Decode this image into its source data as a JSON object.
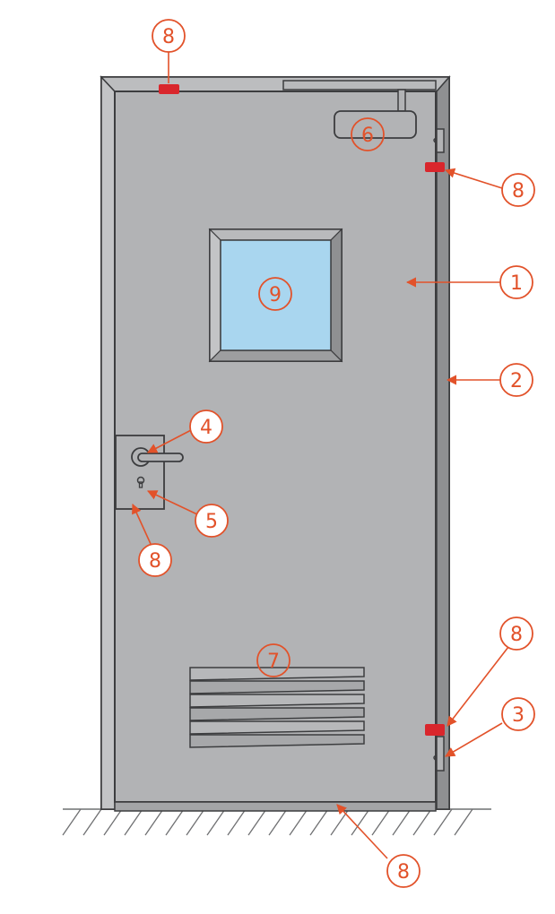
{
  "colors": {
    "accent": "#e2522a",
    "seal": "#d9262c",
    "door_leaf": "#b2b3b5",
    "frame": "#a9aaac",
    "outline": "#3c3d3f",
    "glass": "#a9d6ef",
    "floor_hatch": "#6f7072"
  },
  "callouts": [
    {
      "id": "callout-8-top",
      "label": "8"
    },
    {
      "id": "callout-6",
      "label": "6"
    },
    {
      "id": "callout-8-hinge-top",
      "label": "8"
    },
    {
      "id": "callout-9",
      "label": "9"
    },
    {
      "id": "callout-1",
      "label": "1"
    },
    {
      "id": "callout-2",
      "label": "2"
    },
    {
      "id": "callout-4",
      "label": "4"
    },
    {
      "id": "callout-5",
      "label": "5"
    },
    {
      "id": "callout-8-lock",
      "label": "8"
    },
    {
      "id": "callout-7",
      "label": "7"
    },
    {
      "id": "callout-8-hinge-bottom",
      "label": "8"
    },
    {
      "id": "callout-3",
      "label": "3"
    },
    {
      "id": "callout-8-bottom",
      "label": "8"
    }
  ]
}
